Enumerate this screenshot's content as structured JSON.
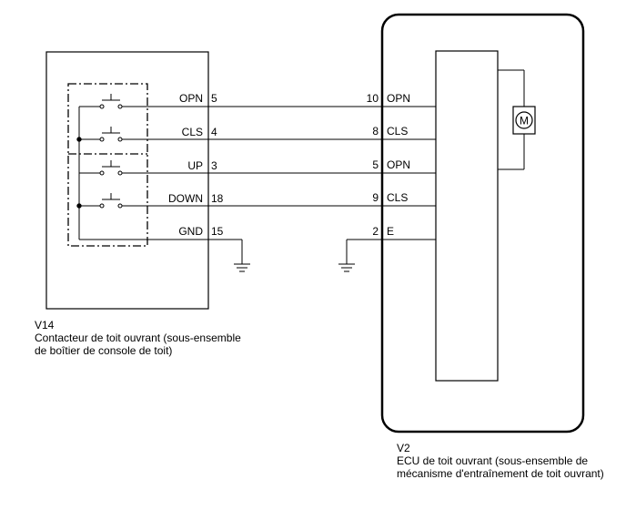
{
  "left_component": {
    "id": "V14",
    "name_line1": "Contacteur de toit ouvrant (sous-ensemble",
    "name_line2": "de boîtier de console de toit)",
    "pins": [
      {
        "name": "OPN",
        "pin": "5"
      },
      {
        "name": "CLS",
        "pin": "4"
      },
      {
        "name": "UP",
        "pin": "3"
      },
      {
        "name": "DOWN",
        "pin": "18"
      },
      {
        "name": "GND",
        "pin": "15"
      }
    ]
  },
  "right_component": {
    "id": "V2",
    "name_line1": "ECU de toit ouvrant (sous-ensemble de",
    "name_line2": "mécanisme d'entraînement de toit ouvrant)",
    "pins": [
      {
        "pin": "10",
        "name": "OPN"
      },
      {
        "pin": "8",
        "name": "CLS"
      },
      {
        "pin": "5",
        "name": "OPN"
      },
      {
        "pin": "9",
        "name": "CLS"
      },
      {
        "pin": "2",
        "name": "E"
      }
    ],
    "motor_symbol": "M"
  },
  "icons": {
    "switch": "switch-icon",
    "ground": "ground-icon",
    "motor": "motor-icon"
  }
}
